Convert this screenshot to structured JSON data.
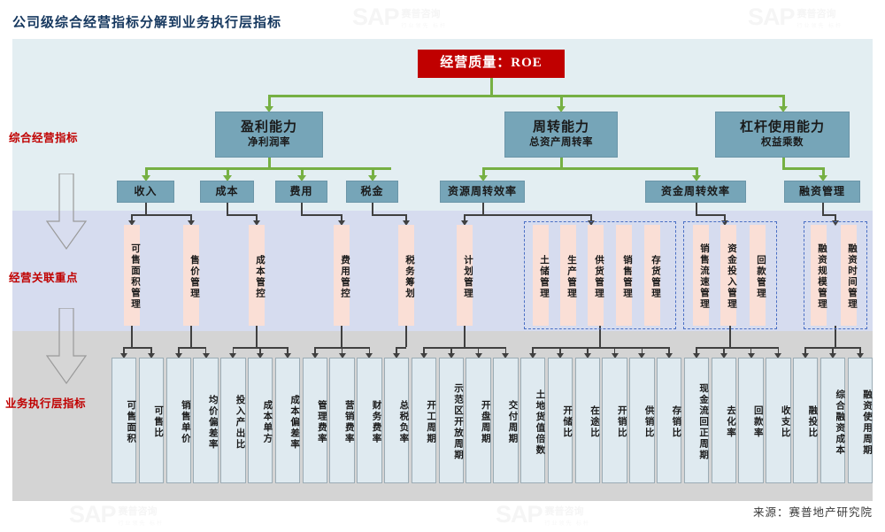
{
  "title": "公司级综合经营指标分解到业务执行层指标",
  "source": "来源：赛普地产研究院",
  "watermark": {
    "brand": "SAP",
    "cn": "赛普咨询",
    "tag": "行业领先 标杆"
  },
  "row_labels": {
    "level1": "综合经营指标",
    "level2": "经营关联重点",
    "level3": "业务执行层指标"
  },
  "root": {
    "label": "经营质量：ROE",
    "color": "#c00000"
  },
  "capabilities": [
    {
      "title": "盈利能力",
      "subtitle": "净利润率"
    },
    {
      "title": "周转能力",
      "subtitle": "总资产周转率"
    },
    {
      "title": "杠杆使用能力",
      "subtitle": "权益乘数"
    }
  ],
  "drivers": [
    {
      "label": "收入"
    },
    {
      "label": "成本"
    },
    {
      "label": "费用"
    },
    {
      "label": "税金"
    },
    {
      "label": "资源周转效率"
    },
    {
      "label": "资金周转效率"
    },
    {
      "label": "融资管理"
    }
  ],
  "focus": [
    {
      "label": "可售面积管理"
    },
    {
      "label": "售价管理"
    },
    {
      "label": "成本管控"
    },
    {
      "label": "费用管控"
    },
    {
      "label": "税务筹划"
    },
    {
      "label": "计划管理"
    },
    {
      "label": "土储管理"
    },
    {
      "label": "生产管理"
    },
    {
      "label": "供货管理"
    },
    {
      "label": "销售管理"
    },
    {
      "label": "存货管理"
    },
    {
      "label": "销售流速管理"
    },
    {
      "label": "资金投入管理"
    },
    {
      "label": "回款管理"
    },
    {
      "label": "融资规模管理"
    },
    {
      "label": "融资时间管理"
    }
  ],
  "focus_groups": [
    {
      "members": "土储管理、生产管理、供货管理、销售管理、存货管理"
    },
    {
      "members": "销售流速管理、资金投入管理、回款管理"
    },
    {
      "members": "融资规模管理、融资时间管理"
    }
  ],
  "execution": [
    {
      "label": "可售面积"
    },
    {
      "label": "可售比"
    },
    {
      "label": "销售单价"
    },
    {
      "label": "均价偏差率"
    },
    {
      "label": "投入产出比"
    },
    {
      "label": "成本单方"
    },
    {
      "label": "成本偏差率"
    },
    {
      "label": "管理费率"
    },
    {
      "label": "营销费率"
    },
    {
      "label": "财务费率"
    },
    {
      "label": "总税负率"
    },
    {
      "label": "开工周期"
    },
    {
      "label": "示范区开放周期"
    },
    {
      "label": "开盘周期"
    },
    {
      "label": "交付周期"
    },
    {
      "label": "土地货值倍数"
    },
    {
      "label": "开储比"
    },
    {
      "label": "在途比"
    },
    {
      "label": "开销比"
    },
    {
      "label": "供销比"
    },
    {
      "label": "存销比"
    },
    {
      "label": "现金流回正周期"
    },
    {
      "label": "去化率"
    },
    {
      "label": "回款率"
    },
    {
      "label": "收支比"
    },
    {
      "label": "融投比"
    },
    {
      "label": "综合融资成本"
    },
    {
      "label": "融资使用周期"
    }
  ],
  "colors": {
    "band_top": "#e3eef2",
    "band_mid": "#d6dcef",
    "band_bot": "#d4d4d4",
    "node_blue": "#76a5b8",
    "focus_pink": "#fadfd6",
    "exec_blue": "#dfeaf0",
    "green_connector": "#76b043",
    "grey_connector": "#404040",
    "dash_border": "#4a6fc4",
    "label_red": "#c00000",
    "title_navy": "#15375e"
  }
}
